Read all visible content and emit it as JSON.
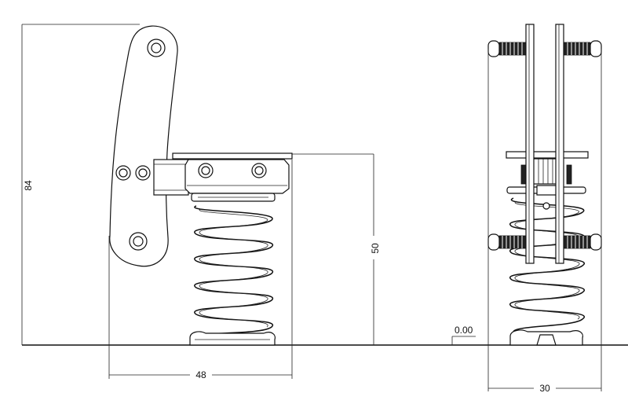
{
  "dimensions": {
    "height_total": "84",
    "seat_height": "50",
    "side_width": "48",
    "front_width": "30",
    "ground_level": "0.00"
  },
  "colors": {
    "line": "#111111",
    "background": "#ffffff"
  }
}
